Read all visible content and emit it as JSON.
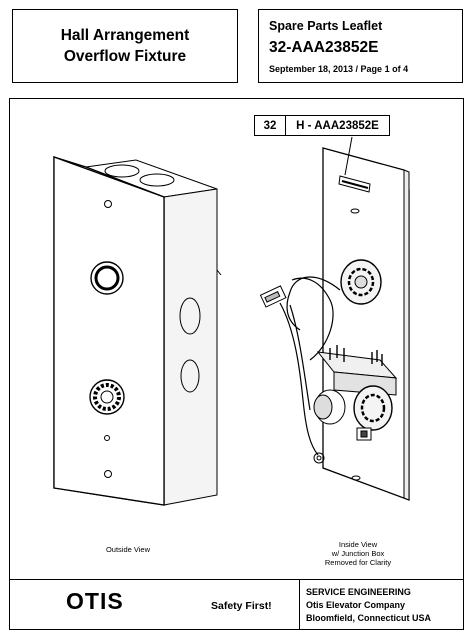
{
  "header": {
    "title_lines": [
      "Hall Arrangement",
      "Overflow Fixture"
    ],
    "leaflet_label": "Spare Parts Leaflet",
    "leaflet_number": "32-AAA23852E",
    "date_page": "September 18, 2013 / Page 1 of 4"
  },
  "figure": {
    "tag_number": "32",
    "tag_id": "H - AAA23852E",
    "caption_left": "Outside View",
    "caption_right_lines": [
      "Inside View",
      "w/ Junction Box",
      "Removed for Clarity"
    ]
  },
  "footer": {
    "logo": "OTIS",
    "slogan": "Safety First!",
    "service_lines": [
      "SERVICE ENGINEERING",
      "Otis Elevator Company",
      "Bloomfield, Connecticut USA"
    ]
  }
}
